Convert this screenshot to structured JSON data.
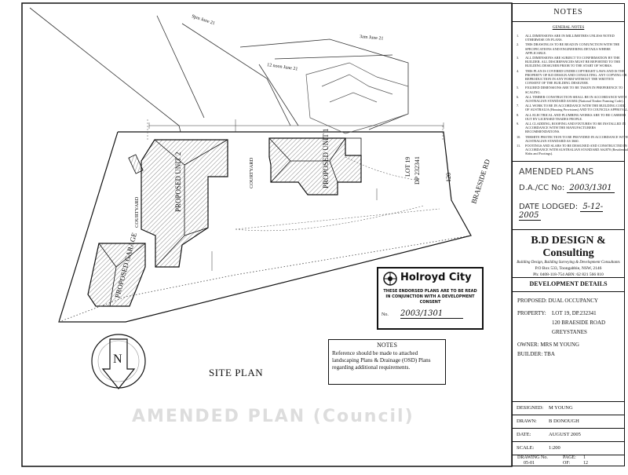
{
  "drawing": {
    "title": "SITE PLAN",
    "amended_band": "AMENDED PLAN (Council)",
    "labels": {
      "unit2": "PROPOSED UNIT 2",
      "unit1": "PROPOSED UNIT 1",
      "garage": "PROPOSED GARAGE",
      "courtyard1": "COURTYARD",
      "courtyard2": "COURTYARD",
      "lot": "LOT 19",
      "dp": "DP 232341",
      "street": "BRAESIDE RD",
      "frontage": "120",
      "shadow1": "9pm June 21",
      "shadow2": "12 noon June 21",
      "shadow3": "3am June 21",
      "north": "N"
    }
  },
  "notes_box": {
    "title": "NOTES",
    "text": "Reference should be made to attached landscaping Plans & Drainage (OSD) Plans regarding additional requirements."
  },
  "council_stamp": {
    "name": "Holroyd City",
    "text": "THESE ENDORSED PLANS ARE TO BE READ IN CONJUNCTION WITH A DEVELOPMENT CONSENT",
    "no_label": "No.",
    "number": "2003/1301"
  },
  "title_block": {
    "title": "NOTES",
    "general_notes_heading": "GENERAL NOTES",
    "general_notes": [
      "ALL DIMENSIONS ARE IN MILLIMETRES UNLESS NOTED OTHERWISE ON PLANS.",
      "THIS DRAWING IS TO BE READ IN CONJUNCTION WITH THE SPECIFICATIONS AND ENGINEERING DETAILS WHERE APPLICABLE.",
      "ALL DIMENSIONS ARE SUBJECT TO CONFIRMATION BY THE BUILDER. ALL DISCREPANCIES MUST BE REPORTED TO THE BUILDING DESIGNER PRIOR TO THE START OF WORKS.",
      "THIS PLAN IS COVERED UNDER COPYRIGHT LAWS AND IS THE PROPERTY OF B.D DESIGN AND CONSULTING. ANY COPYING OR REPRODUCTION IN ANY FORM WITHOUT THE WRITTEN CONSENT OF THE BUILDING DESIGNER.",
      "FIGURED DIMENSIONS ARE TO BE TAKEN IN PREFERENCE TO SCALING.",
      "ALL TIMBER CONSTRUCTION SHALL BE IN ACCORDANCE WITH AUSTRALIAN STANDARD AS1684 (National Timber Framing Code).",
      "ALL WORK TO BE IN ACCORDANCE WITH THE BUILDING CODE OF AUSTRALIA (Housing Provisions) AND TO COUNCILS APPROVAL.",
      "ALL ELECTRICAL AND PLUMBING WORKS ARE TO BE CARRIED OUT BY LICENSED TRADES PEOPLE.",
      "ALL CLADDING, ROOFING AND FIXTURES TO BE INSTALLED IN ACCORDANCE WITH THE MANUFACTURERS RECOMMENDATIONS.",
      "TERMITE PROTECTION TO BE PROVIDED IN ACCORDANCE WITH AUSTRALIAN STANDARD AS 3660.",
      "FOOTINGS AND SLABS TO BE DESIGNED AND CONSTRUCTED IN ACCORDANCE WITH AUSTRALIAN STANDARD AS2870 (Residential Slabs and Footings)."
    ],
    "stamp": {
      "amended": "AMENDED PLANS",
      "da_label": "D.A./CC No:",
      "da_value": "2003/1301",
      "date_label": "DATE LODGED:",
      "date_value": "5-12-2005"
    },
    "firm": {
      "name": "B.D DESIGN & Consulting",
      "tagline": "Building Design, Building Surveying & Development Consultants",
      "address": "P.O Box 533, Toongabbie, NSW, 2146",
      "phone": "Ph: 0408-118-754   ABN: 62 821 566 810"
    },
    "development_details": {
      "heading": "DEVELOPMENT DETAILS",
      "proposed": "PROPOSED: DUAL OCCUPANCY",
      "property_label": "PROPERTY:",
      "property_line1": "LOT 19, DP.232341",
      "property_line2": "120 BRAESIDE ROAD",
      "property_line3": "GREYSTANES",
      "owner": "OWNER: MRS M YOUNG",
      "builder": "BUILDER: TBA"
    },
    "fields": [
      {
        "label": "DESIGNED:",
        "value": "M YOUNG"
      },
      {
        "label": "DRAWN:",
        "value": "B DONOUGH"
      },
      {
        "label": "DATE:",
        "value": "AUGUST 2005"
      },
      {
        "label": "SCALE:",
        "value": "1:200"
      }
    ],
    "drawing_no_label": "DRAWING No.",
    "drawing_no": "05-01",
    "page_label": "PAGE:",
    "page": "1",
    "of_label": "OF:",
    "of": "12"
  }
}
